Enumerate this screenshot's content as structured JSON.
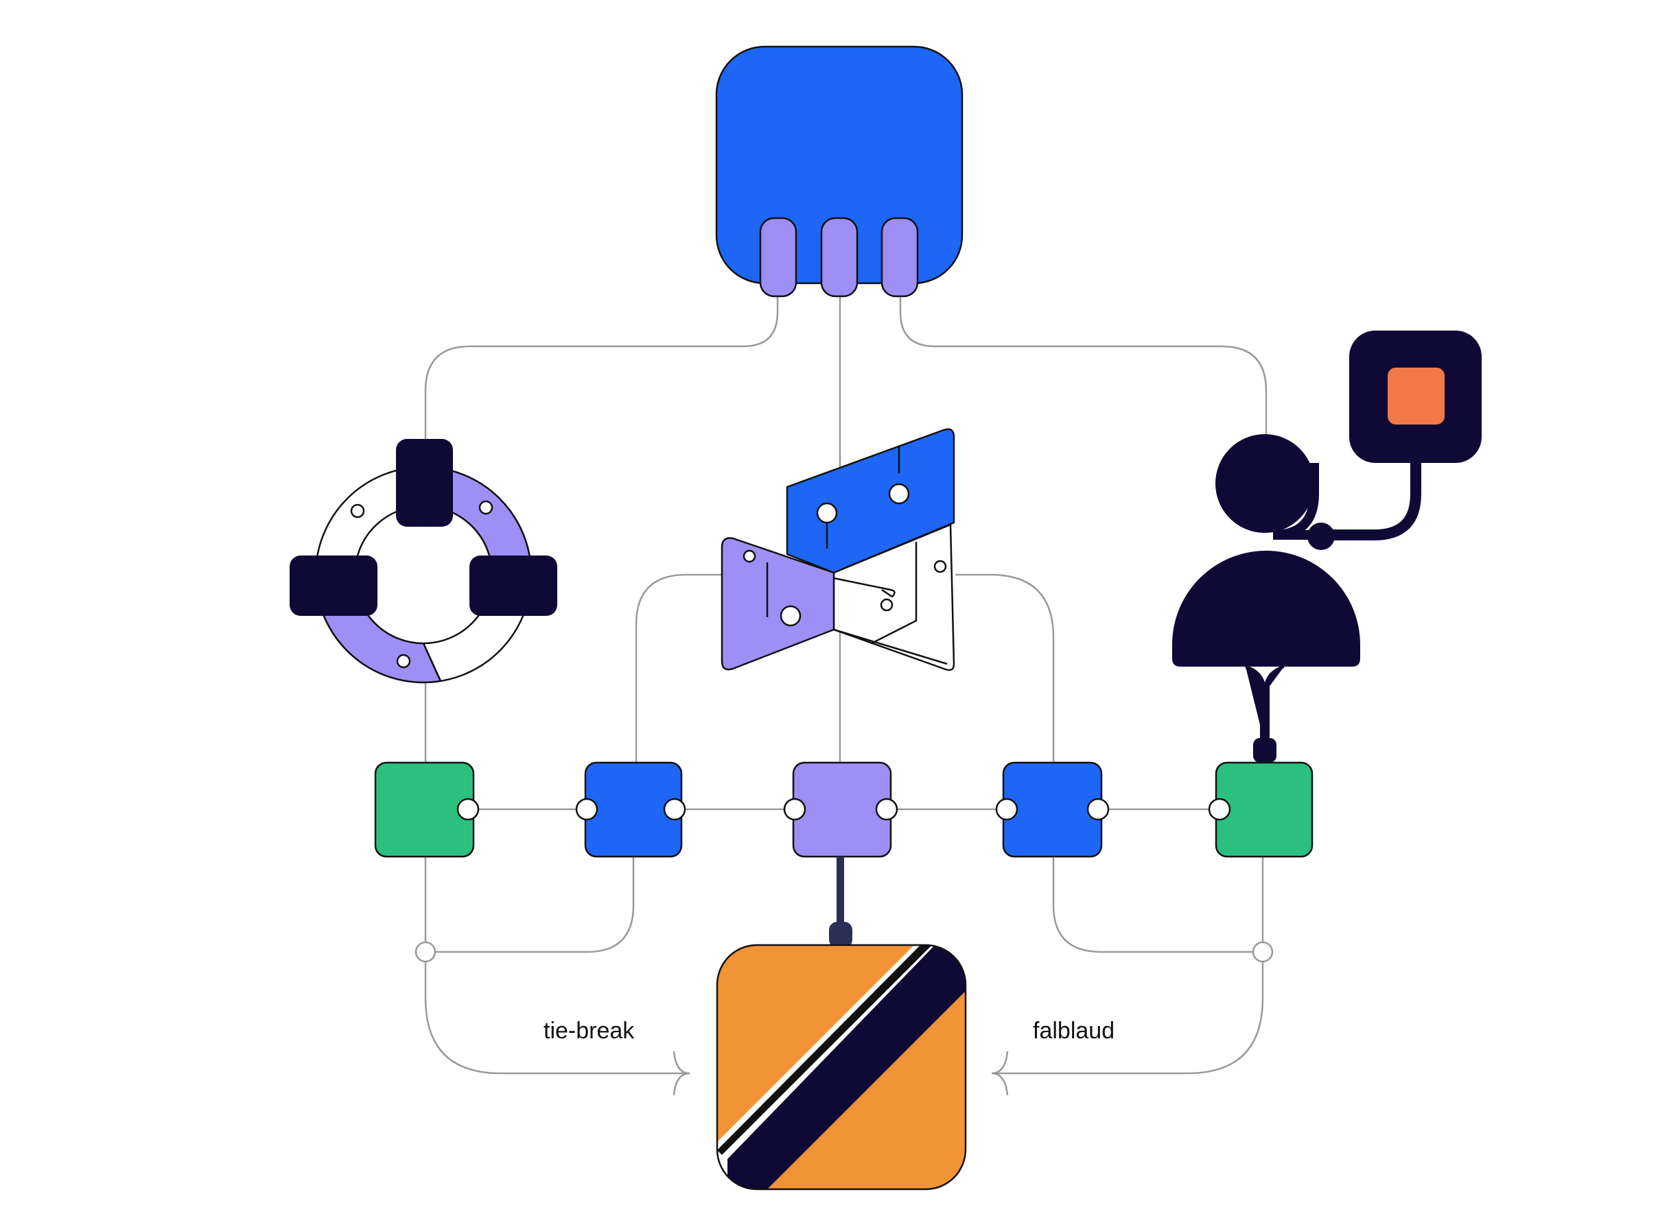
{
  "colors": {
    "background": "#ffffff",
    "blue": "#1e66f5",
    "purple": "#9d8ff5",
    "green": "#2bc07f",
    "navy": "#0f0a35",
    "orange": "#f29336",
    "orange_accent": "#f3784a",
    "connector": "#9a9a9a",
    "outline": "#111111"
  },
  "labels": {
    "left_arrow": "tie-break",
    "right_arrow": "falblaud"
  },
  "icons": [
    "hub-node-icon",
    "ring-nodes-icon",
    "folded-map-icon",
    "user-with-badge-icon",
    "split-square-icon"
  ],
  "chain": [
    "green",
    "blue",
    "purple",
    "blue",
    "green"
  ]
}
